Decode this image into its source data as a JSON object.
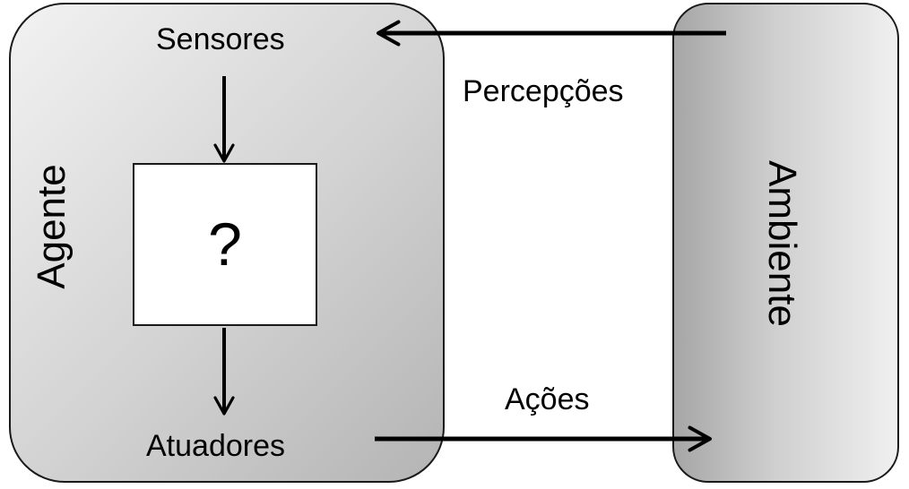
{
  "agent": {
    "title": "Agente",
    "sensors_label": "Sensores",
    "actuators_label": "Atuadores",
    "decision_symbol": "?"
  },
  "environment": {
    "title": "Ambiente"
  },
  "flows": {
    "perceptions_label": "Percepções",
    "actions_label": "Ações"
  },
  "colors": {
    "stroke": "#000000",
    "box_border": "#1a1a1a",
    "agent_fill_light": "#f2f2f2",
    "agent_fill_dark": "#b4b4b4",
    "environment_fill_light": "#f0f0f0",
    "environment_fill_dark": "#a6a6a6",
    "decision_fill": "#ffffff"
  }
}
